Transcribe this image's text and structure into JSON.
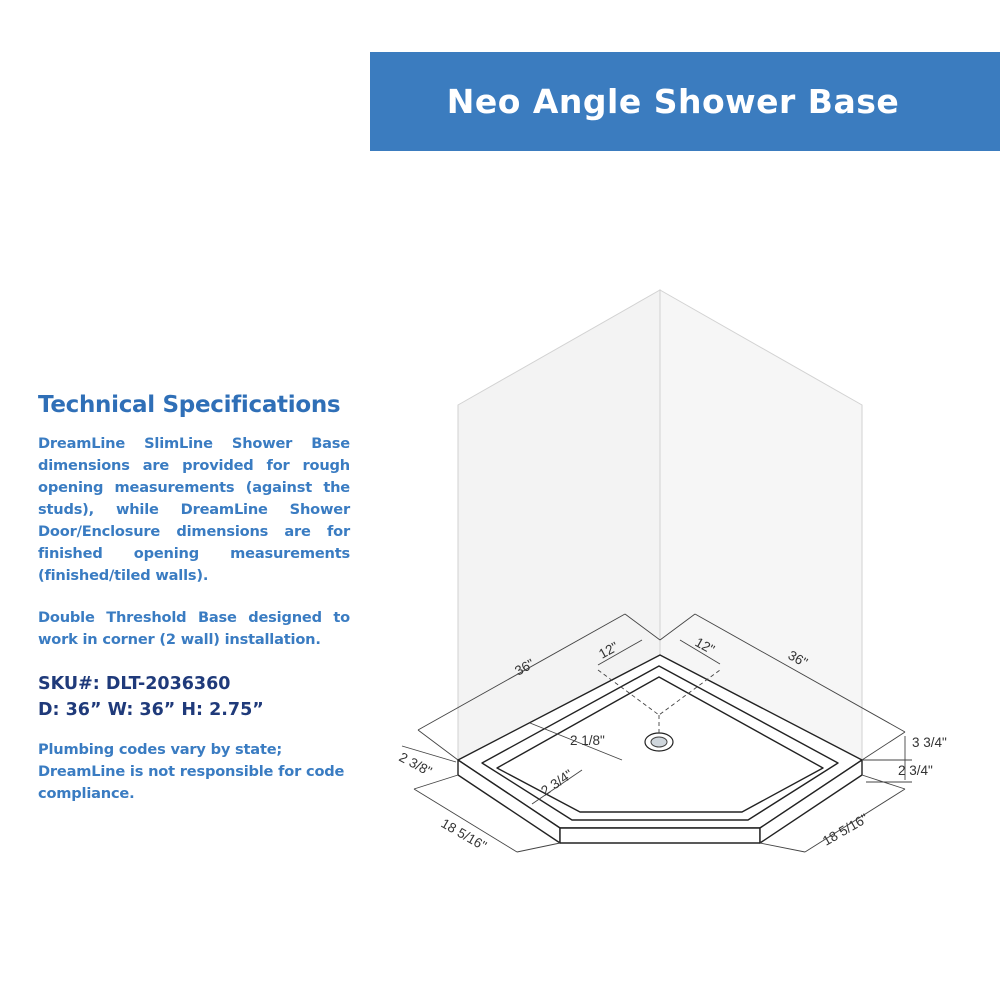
{
  "banner": {
    "title": "Neo Angle Shower Base",
    "background_color": "#3b7cbf"
  },
  "specs": {
    "heading": "Technical Specifications",
    "paragraph_1": "DreamLine SlimLine Shower Base dimensions are provided for rough opening measurements (against the studs), while DreamLine Shower Door/Enclosure dimensions are for finished opening measurements (finished/tiled walls).",
    "paragraph_2": "Double Threshold Base designed to work in corner (2 wall) installation.",
    "sku_line": "SKU#: DLT-2036360",
    "size_line": "D: 36” W: 36” H: 2.75”",
    "note": "Plumbing codes vary by state; DreamLine is not responsible for code compliance.",
    "heading_color": "#2f6fb7",
    "text_color": "#3a7cc2",
    "sku_color": "#1f3a7a"
  },
  "diagram": {
    "dimensions": {
      "left_wall": "36\"",
      "right_wall": "36\"",
      "back_left": "12\"",
      "back_right": "12\"",
      "curb_left": "2 3/8\"",
      "curb_inner": "2 1/8\"",
      "curb_front": "2 3/4\"",
      "height_total": "3 3/4\"",
      "height_base": "2 3/4\"",
      "front_left": "18 5/16\"",
      "front_right": "18 5/16\""
    }
  }
}
